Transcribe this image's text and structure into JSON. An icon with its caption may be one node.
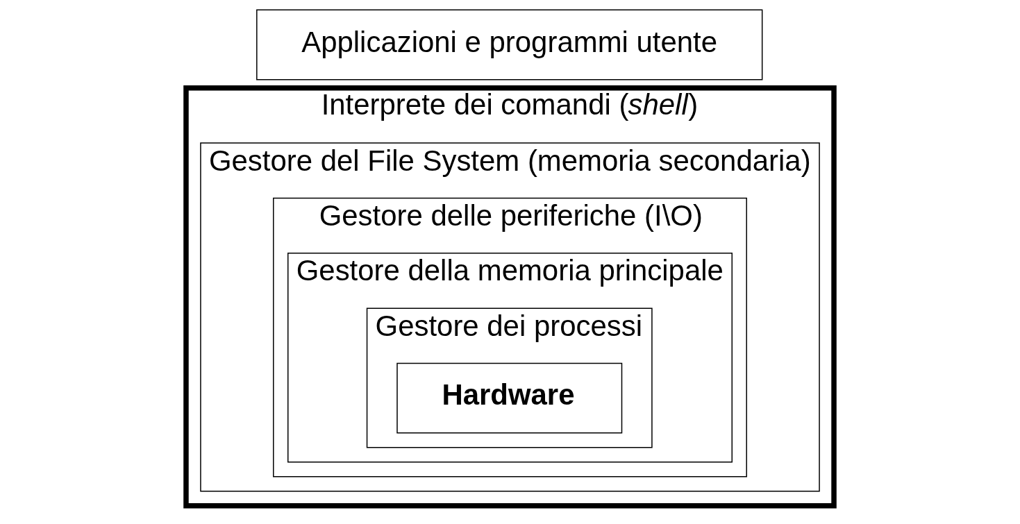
{
  "diagram": {
    "nodes": [
      {
        "text": [
          "Applicazioni e programmi utente"
        ]
      },
      {
        "text": [
          "Interprete dei comandi (*shell*)"
        ]
      },
      {
        "text": [
          "Gestore del File System (memoria secondaria)"
        ],
        "in": 1
      },
      {
        "text": [
          "Gestore delle periferiche (I\\O)"
        ],
        "in": 2
      },
      {
        "text": [
          "Gestore della memoria principale"
        ],
        "in": 3
      },
      {
        "text": [
          "Gestore dei processi"
        ],
        "in": 4
      },
      {
        "text": [
          "Hardware"
        ],
        "in": 5
      }
    ],
    "edges": []
  }
}
